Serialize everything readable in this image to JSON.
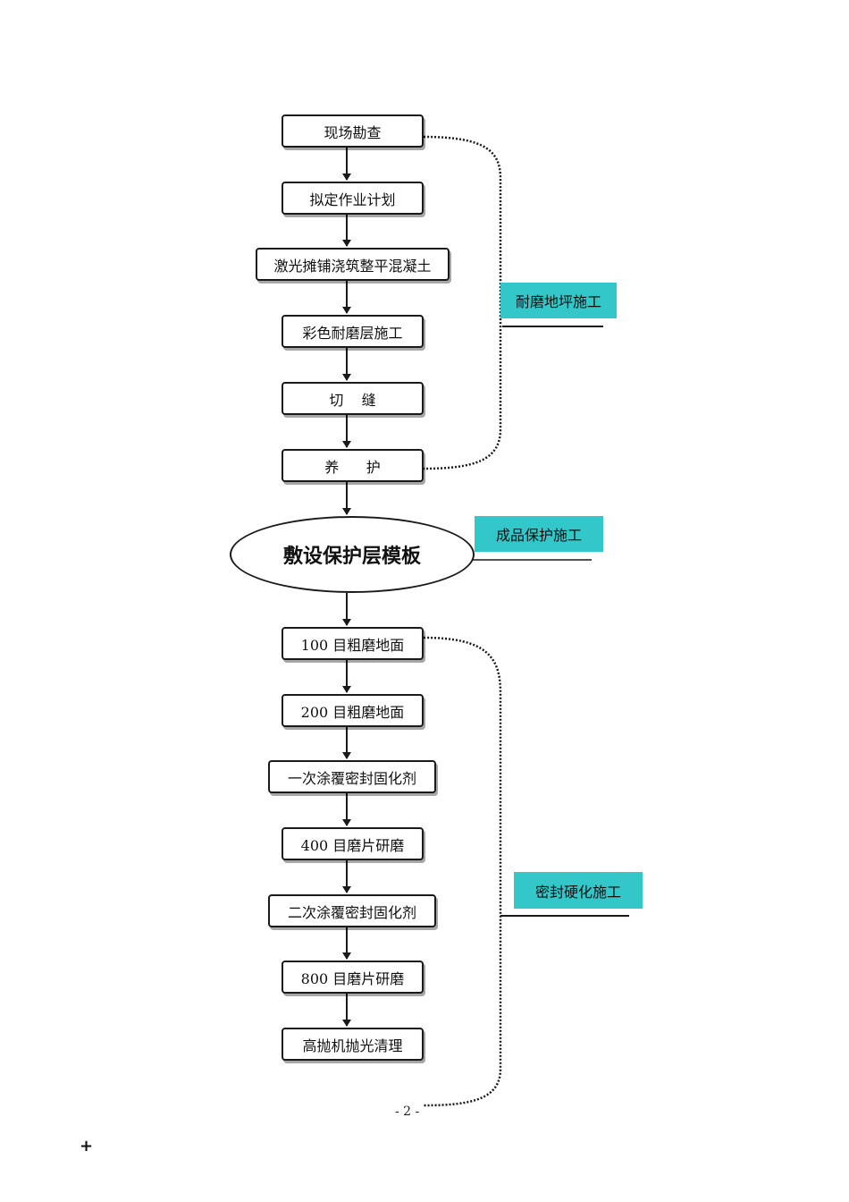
{
  "colors": {
    "tag_fill": "#33c7c9",
    "line": "#1a1a1a"
  },
  "steps": [
    "现场勘查",
    "拟定作业计划",
    "激光摊铺浇筑整平混凝土",
    "彩色耐磨层施工",
    "切    缝",
    "养      护",
    "100 目粗磨地面",
    "200 目粗磨地面",
    "一次涂覆密封固化剂",
    "400 目磨片研磨",
    "二次涂覆密封固化剂",
    "800 目磨片研磨",
    "高抛机抛光清理"
  ],
  "center": "敷设保护层模板",
  "tags": [
    "耐磨地坪施工",
    "成品保护施工",
    "密封硬化施工"
  ],
  "page_number": "- 2 -",
  "plus_mark": "+"
}
